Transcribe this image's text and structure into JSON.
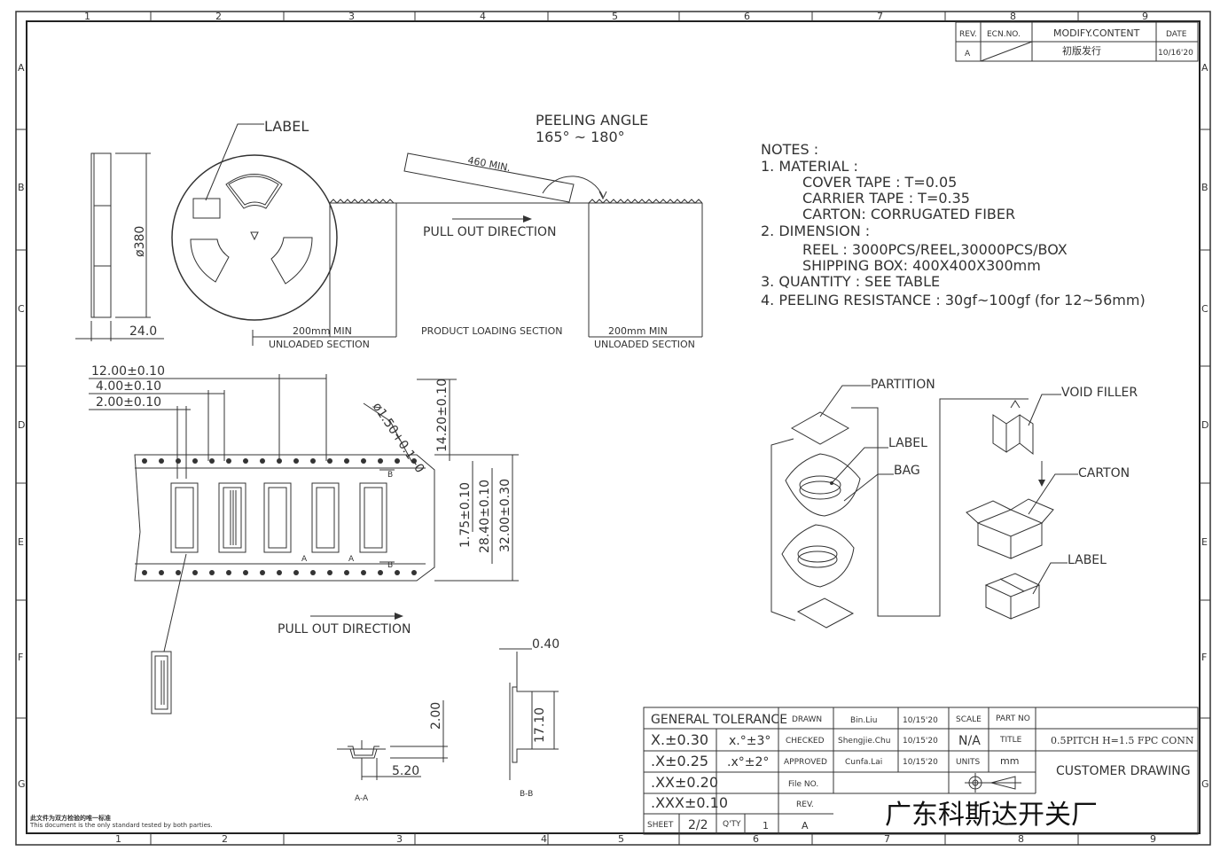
{
  "frame": {
    "col_labels": [
      "1",
      "2",
      "3",
      "4",
      "5",
      "6",
      "7",
      "8",
      "9"
    ],
    "row_labels": [
      "A",
      "B",
      "C",
      "D",
      "E",
      "F",
      "G"
    ]
  },
  "revision_table": {
    "headers": {
      "rev": "REV.",
      "ecn": "ECN.NO.",
      "modify": "MODIFY.CONTENT",
      "date": "DATE"
    },
    "row": {
      "rev": "A",
      "modify": "初版发行",
      "date": "10/16'20"
    }
  },
  "reel": {
    "label_callout": "LABEL",
    "diameter": "ø380",
    "width": "24.0"
  },
  "tape_top": {
    "peeling_angle_title": "PEELING ANGLE",
    "peeling_angle_value": "165° ~ 180°",
    "min_length": "460 MIN.",
    "pull_out": "PULL OUT DIRECTION",
    "sec1_len": "200mm MIN",
    "sec1_name": "UNLOADED SECTION",
    "sec2_name": "PRODUCT LOADING SECTION",
    "sec3_len": "200mm MIN",
    "sec3_name": "UNLOADED SECTION"
  },
  "notes": {
    "title": "NOTES :",
    "lines": [
      "1. MATERIAL :",
      "COVER TAPE :   T=0.05",
      "CARRIER TAPE  : T=0.35",
      "CARTON: CORRUGATED FIBER",
      "2. DIMENSION :",
      "REEL  : 3000PCS/REEL,30000PCS/BOX",
      "SHIPPING BOX: 400X400X300mm",
      "3. QUANTITY  : SEE TABLE",
      "4. PEELING RESISTANCE  : 30gf~100gf  (for 12~56mm)"
    ]
  },
  "tape_detail": {
    "dim_pitch12": "12.00±0.10",
    "dim_pitch4": "4.00±0.10",
    "dim_pitch2": "2.00±0.10",
    "dim_hole": "ø1.50+0.1 -0",
    "dim_14_20": "14.20±0.10",
    "dim_1_75": "1.75±0.10",
    "dim_28_40": "28.40±0.10",
    "dim_32_00": "32.00±0.30",
    "pull_out": "PULL OUT DIRECTION",
    "sec_a": "A",
    "sec_b": "B"
  },
  "section_views": {
    "aa_dim_h": "2.00",
    "aa_dim_w": "5.20",
    "aa_label": "A-A",
    "bb_dim_t": "0.40",
    "bb_dim_h": "17.10",
    "bb_label": "B-B"
  },
  "packing": {
    "partition": "PARTITION",
    "label1": "LABEL",
    "bag": "BAG",
    "void_filler": "VOID FILLER",
    "carton": "CARTON",
    "label2": "LABEL"
  },
  "title_block": {
    "general_tolerance": "GENERAL TOLERANCE",
    "tol_x": "X.±0.30",
    "tol_x_ang": "x.°±3°",
    "tol_xx": ".X±0.25",
    "tol_xx_ang": ".x°±2°",
    "tol_xxx": ".XX±0.20",
    "tol_xxxx": ".XXX±0.10",
    "drawn_label": "DRAWN",
    "drawn_name": "Bin.Liu",
    "drawn_date": "10/15'20",
    "checked_label": "CHECKED",
    "checked_name": "Shengjie.Chu",
    "checked_date": "10/15'20",
    "approved_label": "APPROVED",
    "approved_name": "Cunfa.Lai",
    "approved_date": "10/15'20",
    "scale_label": "SCALE",
    "scale_value": "N/A",
    "units_label": "UNITS",
    "units_value": "mm",
    "part_no_label": "PART NO",
    "title_label": "TITLE",
    "title_value": "0.5PITCH H=1.5 FPC CONN",
    "customer_drawing": "CUSTOMER DRAWING",
    "file_no_label": "File NO.",
    "rev_label": "REV.",
    "sheet_label": "SHEET",
    "sheet_value": "2/2",
    "qty_label": "Q'TY",
    "qty_value": "1",
    "rev_value": "A",
    "company": "广东科斯达开关厂"
  },
  "footnote": {
    "line1": "此文件为双方检验的唯一标准",
    "line2": "This document is the only standard tested by both parties."
  }
}
